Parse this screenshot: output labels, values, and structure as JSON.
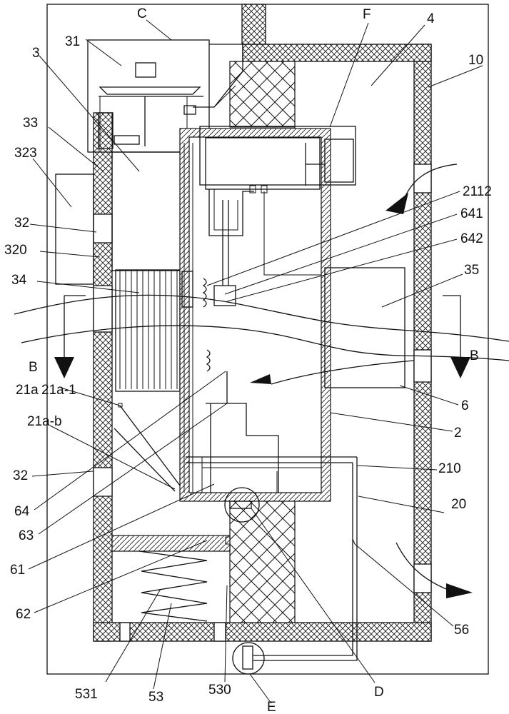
{
  "labels": {
    "C": "C",
    "F": "F",
    "n31": "31",
    "n3": "3",
    "n4": "4",
    "n10": "10",
    "n33": "33",
    "n323": "323",
    "n2112": "2112",
    "n641": "641",
    "n642": "642",
    "n32a": "32",
    "n320": "320",
    "n35": "35",
    "n34": "34",
    "B1": "B",
    "B2": "B",
    "n21a": "21a",
    "n21a1": "21a-1",
    "n21ab": "21a-b",
    "n6": "6",
    "n2": "2",
    "n32b": "32",
    "n210": "210",
    "n64": "64",
    "n20": "20",
    "n63": "63",
    "n61": "61",
    "n62": "62",
    "n56": "56",
    "n531": "531",
    "n53": "53",
    "n530": "530",
    "E": "E",
    "D": "D"
  }
}
